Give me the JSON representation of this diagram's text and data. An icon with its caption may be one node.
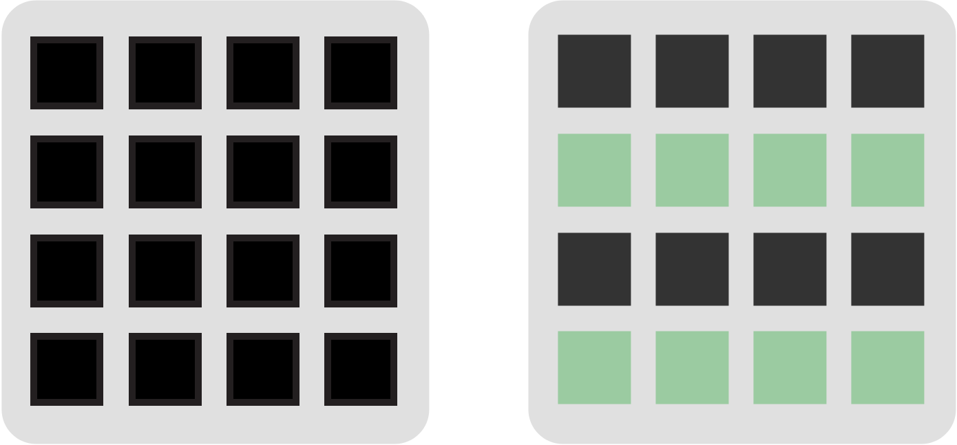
{
  "diagram": {
    "nodes": [
      {
        "text": [],
        "shape": "box"
      },
      {
        "text": [],
        "shape": "box",
        "in": 0
      },
      {
        "text": [],
        "shape": "box",
        "in": 0
      },
      {
        "text": [],
        "shape": "box",
        "in": 0
      },
      {
        "text": [],
        "shape": "box",
        "in": 0
      },
      {
        "text": [],
        "shape": "box",
        "in": 0
      },
      {
        "text": [],
        "shape": "box",
        "in": 0
      },
      {
        "text": [],
        "shape": "box",
        "in": 0
      },
      {
        "text": [],
        "shape": "box",
        "in": 0
      },
      {
        "text": [],
        "shape": "box",
        "in": 0
      },
      {
        "text": [],
        "shape": "box",
        "in": 0
      },
      {
        "text": [],
        "shape": "box",
        "in": 0
      },
      {
        "text": [],
        "shape": "box",
        "in": 0
      },
      {
        "text": [],
        "shape": "box",
        "in": 0
      },
      {
        "text": [],
        "shape": "box",
        "in": 0
      },
      {
        "text": [],
        "shape": "box",
        "in": 0
      },
      {
        "text": [],
        "shape": "box",
        "in": 0
      },
      {
        "text": [],
        "shape": "box"
      },
      {
        "text": [],
        "shape": "box",
        "in": 17
      },
      {
        "text": [],
        "shape": "box",
        "in": 17
      },
      {
        "text": [],
        "shape": "box",
        "in": 17
      },
      {
        "text": [],
        "shape": "box",
        "in": 17
      },
      {
        "text": [],
        "shape": "box",
        "in": 17
      },
      {
        "text": [],
        "shape": "box",
        "in": 17
      },
      {
        "text": [],
        "shape": "box",
        "in": 17
      },
      {
        "text": [],
        "shape": "box",
        "in": 17
      },
      {
        "text": [],
        "shape": "box",
        "in": 17
      },
      {
        "text": [],
        "shape": "box",
        "in": 17
      },
      {
        "text": [],
        "shape": "box",
        "in": 17
      },
      {
        "text": [],
        "shape": "box",
        "in": 17
      },
      {
        "text": [],
        "shape": "box",
        "in": 17
      },
      {
        "text": [],
        "shape": "box",
        "in": 17
      },
      {
        "text": [],
        "shape": "box",
        "in": 17
      },
      {
        "text": [],
        "shape": "box",
        "in": 17
      }
    ]
  }
}
